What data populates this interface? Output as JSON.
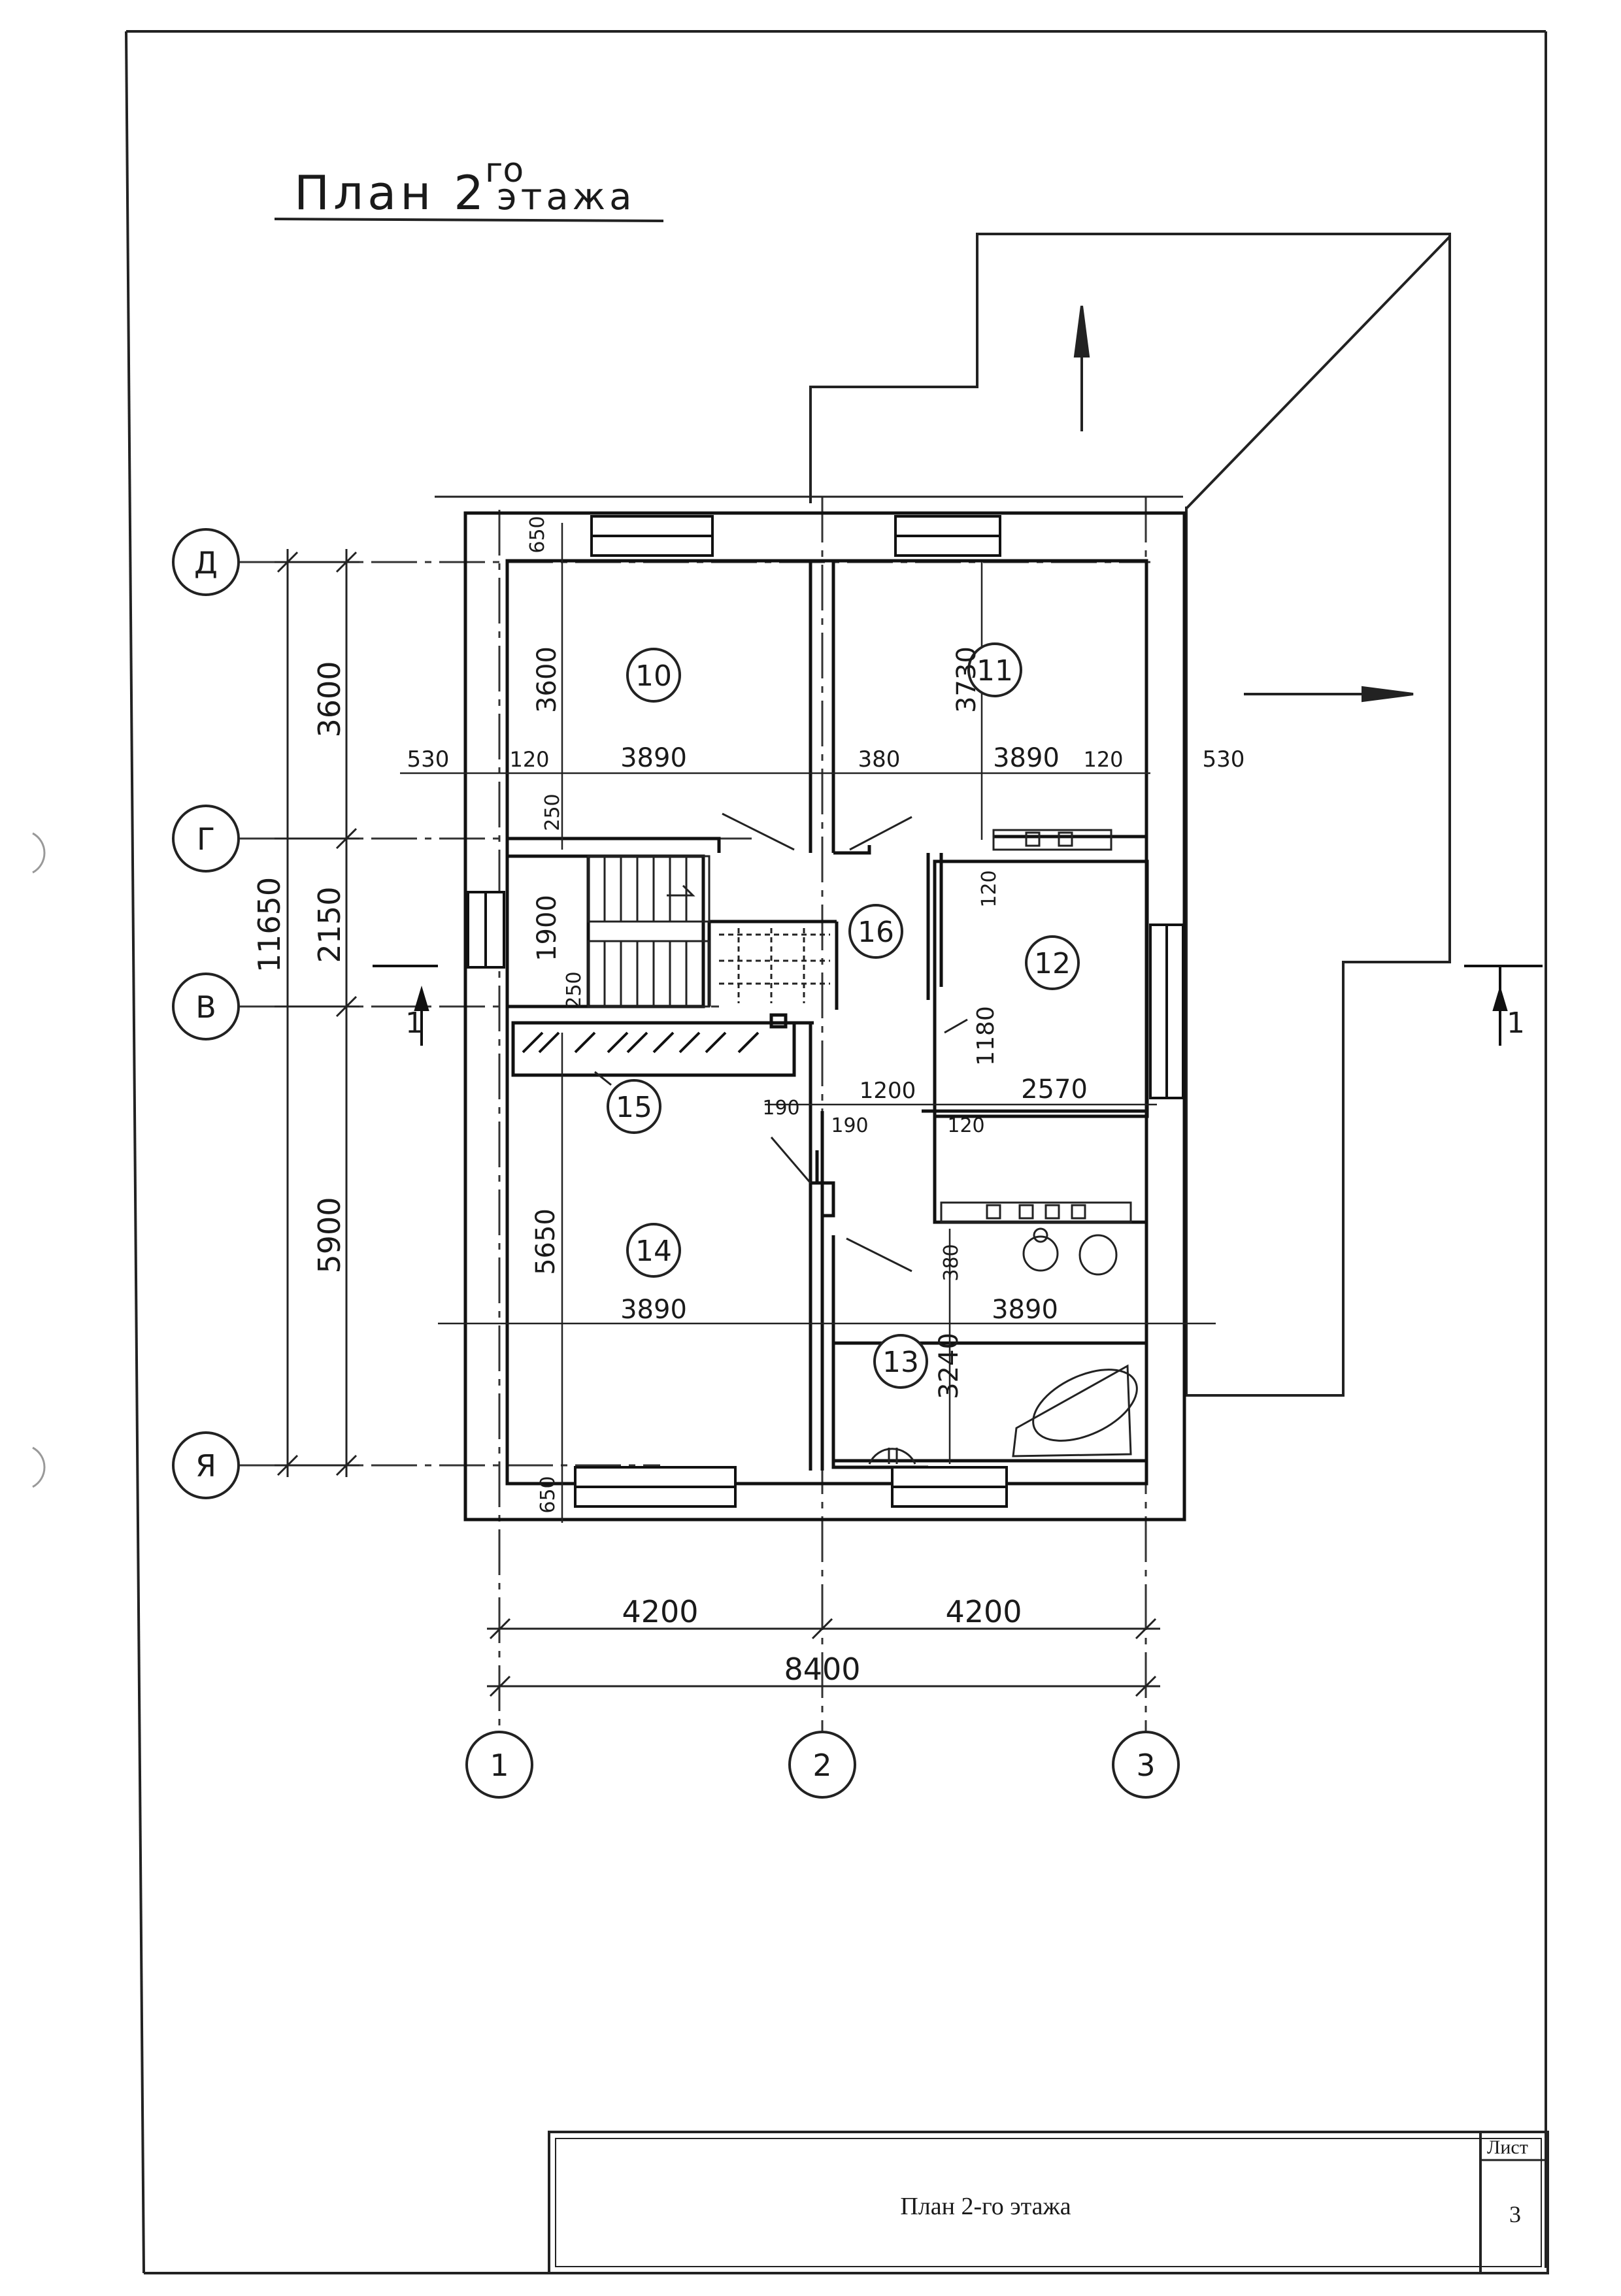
{
  "title": {
    "prefix": "План 2",
    "superscript": "го",
    "suffix": "этажа"
  },
  "axes": {
    "letters": [
      "Д",
      "Г",
      "В",
      "Я"
    ],
    "numbers": [
      "1",
      "2",
      "3"
    ]
  },
  "rooms": [
    "10",
    "11",
    "12",
    "13",
    "14",
    "15",
    "16"
  ],
  "dimensions": {
    "left_outer": [
      "3600",
      "2150",
      "5900"
    ],
    "left_total": "11650",
    "room10_height": "3600",
    "room11_height": "3730",
    "top_wall": "650",
    "bottom_wall": "650",
    "west_wall": "530",
    "east_wall": "530",
    "wall_120_a": "120",
    "wall_120_b": "120",
    "wall_120_c": "120",
    "wall_120_d": "120",
    "room10_width": "3890",
    "room11_width": "3890",
    "partition_380_a": "380",
    "partition_380_b": "380",
    "partition_250_a": "250",
    "partition_250_b": "250",
    "stair_1900": "1900",
    "room12_1180": "1180",
    "corridor_1200": "1200",
    "room12_2570": "2570",
    "partition_190_a": "190",
    "partition_190_b": "190",
    "room14_height": "5650",
    "room14_width": "3890",
    "room13_width": "3890",
    "room13_height": "3240",
    "bottom_left": "4200",
    "bottom_right": "4200",
    "bottom_total": "8400"
  },
  "section_marks": [
    "1",
    "1"
  ],
  "title_block": {
    "label": "Лист",
    "name": "План 2-го этажа",
    "sheet": "3"
  }
}
